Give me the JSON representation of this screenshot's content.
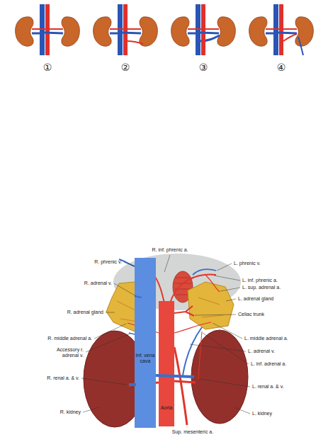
{
  "diagram": {
    "labels": [
      "①",
      "②",
      "③",
      "④",
      "R. inf. phrenic a.",
      "R. phrenic v.",
      "L. phrenic v.",
      "L. inf. phrenic a.",
      "L. sup. adrenal a.",
      "R. adrenal v.",
      "L. adrenal gland",
      "R. adrenal gland",
      "Celiac trunk",
      "L. middle adrenal a.",
      "R. middle adrenal a.",
      "L. adrenal v.",
      "Accessory r. adrenal v.",
      "L. inf. adrenal a.",
      "Inf. vena cava",
      "R. renal a. & v.",
      "L. renal a. & v.",
      "Aorta",
      "R. kidney",
      "L. kidney",
      "Sup. mesenteric a."
    ]
  }
}
